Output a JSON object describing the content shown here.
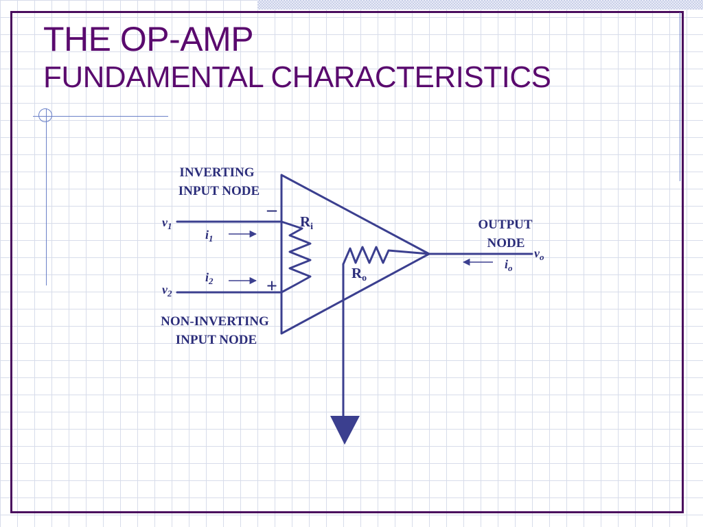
{
  "slide": {
    "title_line1": "THE OP-AMP",
    "title_line2": "FUNDAMENTAL CHARACTERISTICS"
  },
  "diagram": {
    "inverting_label_1": "INVERTING",
    "inverting_label_2": "INPUT NODE",
    "noninverting_label_1": "NON-INVERTING",
    "noninverting_label_2": "INPUT NODE",
    "output_label_1": "OUTPUT",
    "output_label_2": "NODE",
    "minus_sign": "–",
    "plus_sign": "+",
    "v1": {
      "base": "v",
      "sub": "1"
    },
    "v2": {
      "base": "v",
      "sub": "2"
    },
    "vo": {
      "base": "v",
      "sub": "o"
    },
    "i1": {
      "base": "i",
      "sub": "1"
    },
    "i2": {
      "base": "i",
      "sub": "2"
    },
    "io": {
      "base": "i",
      "sub": "o"
    },
    "ri": {
      "base": "R",
      "sub": "i"
    },
    "ro": {
      "base": "R",
      "sub": "o"
    }
  },
  "colors": {
    "title": "#5a0a6e",
    "frame": "#4a0d5e",
    "circuit": "#3b3f8f",
    "grid": "#d7dcea"
  }
}
